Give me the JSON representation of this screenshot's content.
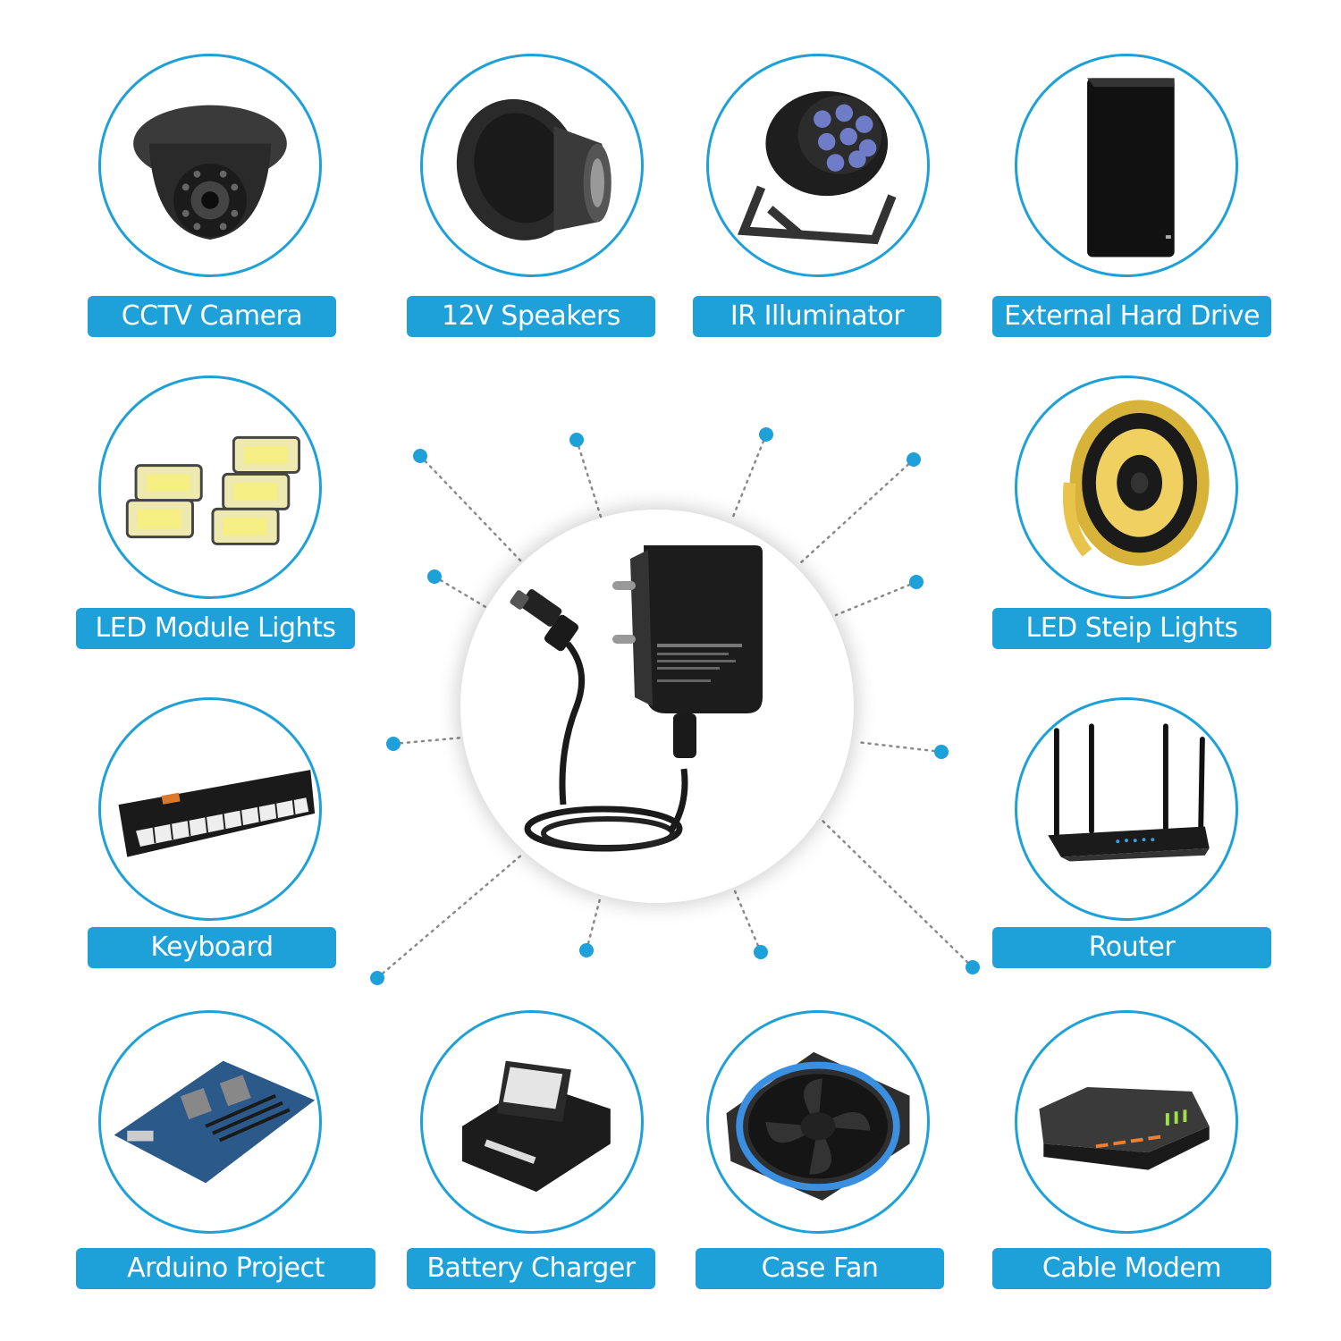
{
  "colors": {
    "accent": "#1ea0d8",
    "label_text": "#ffffff",
    "background": "#ffffff"
  },
  "center_product": {
    "icon": "power-adapter-icon"
  },
  "devices": [
    {
      "id": "cctv",
      "label": "CCTV Camera",
      "icon": "dome-camera-icon"
    },
    {
      "id": "speakers",
      "label": "12V Speakers",
      "icon": "speaker-icon"
    },
    {
      "id": "ir",
      "label": "IR Illuminator",
      "icon": "par-light-icon"
    },
    {
      "id": "hdd",
      "label": "External Hard Drive",
      "icon": "hard-drive-icon"
    },
    {
      "id": "ledmod",
      "label": "LED Module Lights",
      "icon": "flood-light-icon"
    },
    {
      "id": "ledstrip",
      "label": "LED Steip Lights",
      "icon": "led-strip-reel-icon"
    },
    {
      "id": "keyboard",
      "label": "Keyboard",
      "icon": "keyboard-icon"
    },
    {
      "id": "router",
      "label": "Router",
      "icon": "router-icon"
    },
    {
      "id": "arduino",
      "label": "Arduino Project",
      "icon": "circuit-board-icon"
    },
    {
      "id": "charger",
      "label": "Battery Charger",
      "icon": "battery-charger-icon"
    },
    {
      "id": "fan",
      "label": "Case Fan",
      "icon": "case-fan-icon"
    },
    {
      "id": "modem",
      "label": "Cable Modem",
      "icon": "cable-modem-icon"
    }
  ]
}
